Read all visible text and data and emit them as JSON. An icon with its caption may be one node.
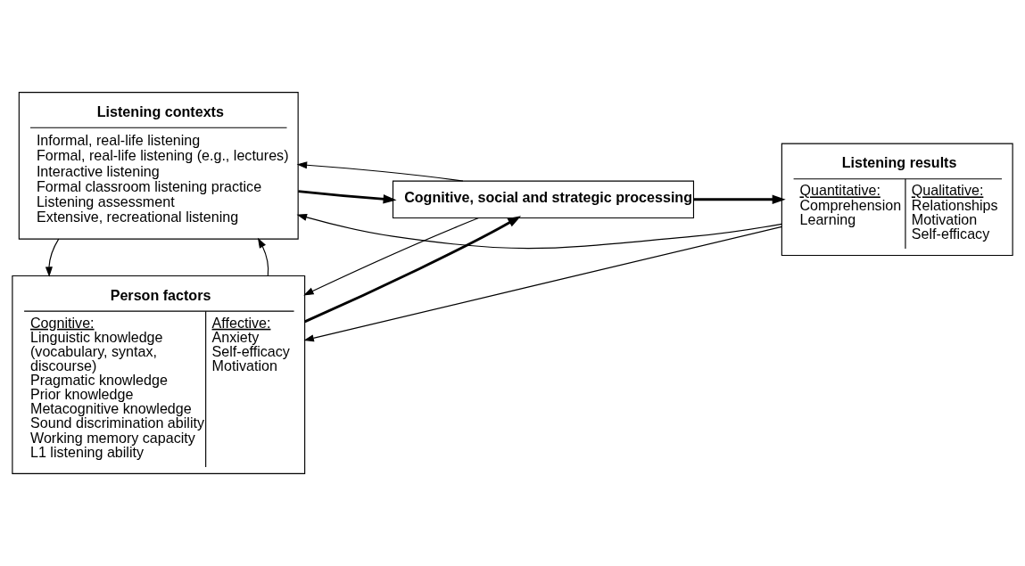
{
  "diagram": {
    "nodes": [
      {
        "text": [
          "Person factors",
          "Cognitive:",
          "Linguistic knowledge (vocabulary, syntax, discourse)",
          "Pragmatic knowledge",
          "Prior knowledge",
          "Metacognitive knowledge",
          "Sound discrimination ability",
          "Working memory capacity",
          "L1 listening ability",
          "Affective:",
          "Anxiety",
          "Self-efficacy",
          "Motivation"
        ]
      },
      {
        "text": [
          "Listening contexts",
          "Informal, real-life listening",
          "Formal, real-life listening (e.g., lectures)",
          "Interactive listening",
          "Formal classroom listening practice",
          "Listening assessment",
          "Extensive, recreational listening"
        ]
      },
      {
        "text": [
          "Cognitive, social and strategic processing"
        ]
      },
      {
        "text": [
          "Listening results",
          "Quantitative:",
          "Comprehension",
          "Learning",
          "Qualitative:",
          "Relationships",
          "Motivation",
          "Self-efficacy"
        ]
      }
    ],
    "edges": [
      {
        "from": 0,
        "to": 1,
        "arrow": "to"
      },
      {
        "from": 1,
        "to": 0,
        "arrow": "to"
      },
      {
        "from": 0,
        "to": 2,
        "arrow": "to",
        "style": "thick"
      },
      {
        "from": 2,
        "to": 0,
        "arrow": "to"
      },
      {
        "from": 1,
        "to": 2,
        "arrow": "to",
        "style": "thick"
      },
      {
        "from": 2,
        "to": 1,
        "arrow": "to"
      },
      {
        "from": 2,
        "to": 3,
        "arrow": "to",
        "style": "thick"
      },
      {
        "from": 3,
        "to": 0,
        "arrow": "to"
      },
      {
        "from": 3,
        "to": 1,
        "arrow": "to"
      }
    ]
  }
}
